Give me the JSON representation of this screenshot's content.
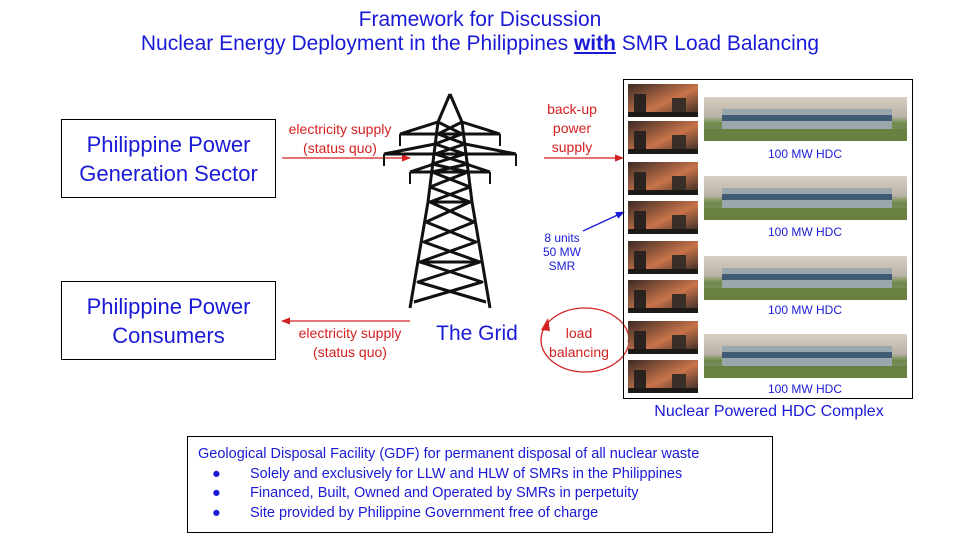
{
  "title": {
    "line1": "Framework for Discussion",
    "line2_pre": "Nuclear Energy Deployment in the Philippines ",
    "line2_em": "with",
    "line2_post": " SMR Load Balancing"
  },
  "nodes": {
    "generation": "Philippine Power Generation Sector",
    "consumers": "Philippine Power Consumers",
    "grid": "The Grid",
    "complex": "Nuclear Powered HDC Complex"
  },
  "flows": {
    "supply_in_1": "electricity supply",
    "supply_in_2": "(status quo)",
    "supply_out_1": "electricity supply",
    "supply_out_2": "(status quo)",
    "backup_1": "back-up",
    "backup_2": "power",
    "backup_3": "supply",
    "load_1": "load",
    "load_2": "balancing"
  },
  "smr": {
    "line1": "8 units",
    "line2": "50 MW",
    "line3": "SMR"
  },
  "hdc_labels": [
    "100 MW HDC",
    "100 MW HDC",
    "100 MW HDC",
    "100 MW HDC"
  ],
  "gdf": {
    "heading": "Geological Disposal Facility (GDF) for permanent disposal of all nuclear waste",
    "bullets": [
      "Solely and exclusively for LLW and HLW of SMRs in the Philippines",
      "Financed, Built, Owned and Operated by SMRs in perpetuity",
      "Site provided by Philippine Government free of charge"
    ]
  },
  "colors": {
    "blue": "#1a1ad6",
    "red": "#d42020"
  },
  "icons": [
    "transmission-tower-icon",
    "smr-photo",
    "hdc-photo"
  ]
}
